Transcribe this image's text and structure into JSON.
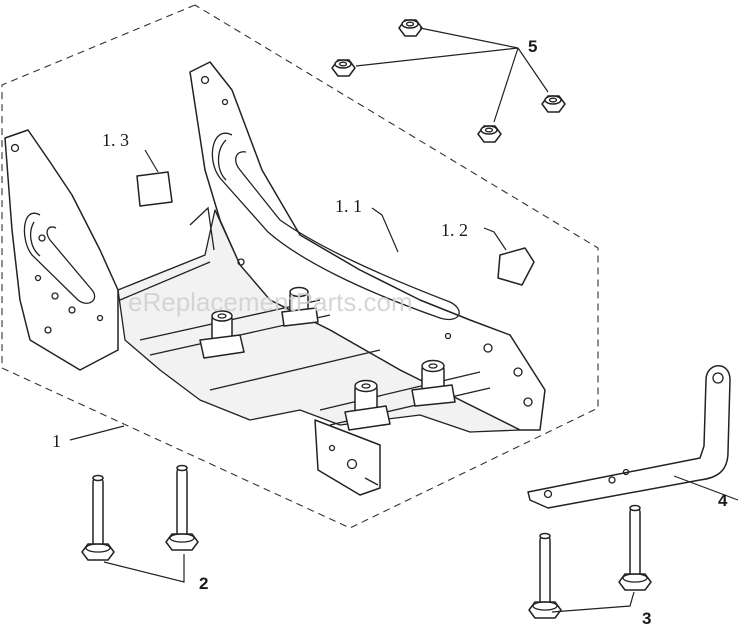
{
  "diagram": {
    "watermark": "eReplacementParts.com",
    "callouts": {
      "c1": "1",
      "c1_1": "1. 1",
      "c1_2": "1. 2",
      "c1_3": "1. 3",
      "c2": "2",
      "c3": "3",
      "c4": "4",
      "c5": "5"
    }
  }
}
